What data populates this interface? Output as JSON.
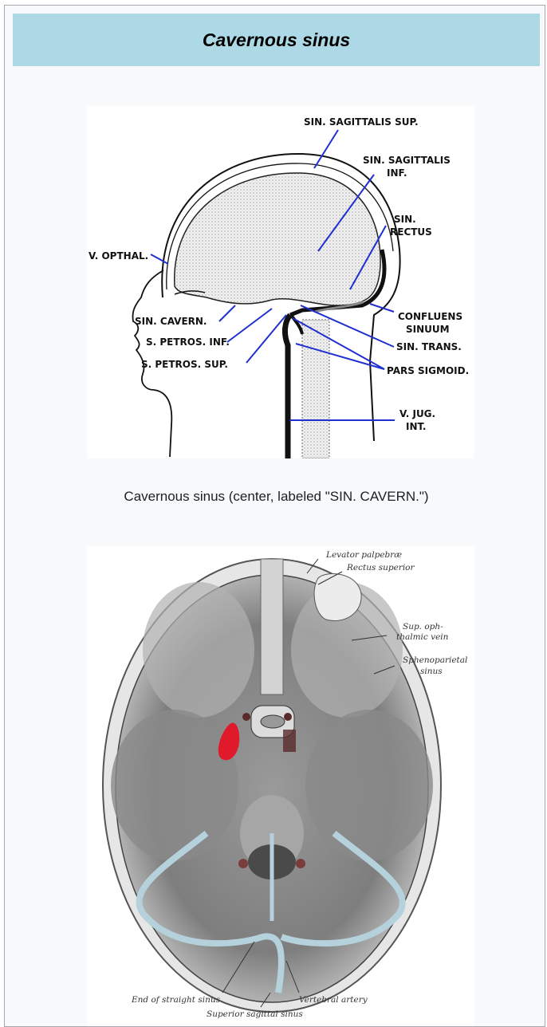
{
  "infobox": {
    "title": "Cavernous sinus",
    "caption": "Cavernous sinus (center, labeled \"SIN. CAVERN.\")"
  },
  "figure1": {
    "labels": {
      "sin_sagittalis_sup": "SIN. SAGITTALIS SUP.",
      "sin_sagittalis_inf_1": "SIN. SAGITTALIS",
      "sin_sagittalis_inf_2": "INF.",
      "sin_rectus_1": "SIN.",
      "sin_rectus_2": "RECTUS",
      "v_opthal": "V. OPTHAL.",
      "sin_cavern": "SIN. CAVERN.",
      "confluens_1": "CONFLUENS",
      "confluens_2": "SINUUM",
      "s_petros_inf": "S. PETROS. INF.",
      "sin_trans": "SIN. TRANS.",
      "s_petros_sup": "S. PETROS. SUP.",
      "pars_sigmoid": "PARS SIGMOID.",
      "v_jug_1": "V. JUG.",
      "v_jug_2": "INT."
    }
  },
  "figure2": {
    "labels": {
      "levator": "Levator palpebræ",
      "rectus": "Rectus superior",
      "sup_oph_1": "Sup. oph-",
      "sup_oph_2": "thalmic vein",
      "spheno_1": "Sphenoparietal",
      "spheno_2": "sinus",
      "end_straight": "End of straight sinus",
      "vertebral": "Vertebral artery",
      "superior_sagittal": "Superior sagittal sinus"
    }
  },
  "colors": {
    "title_bg": "#add8e6",
    "cavernous_highlight": "#e0192b",
    "sinus_line": "#1f2fd0"
  }
}
